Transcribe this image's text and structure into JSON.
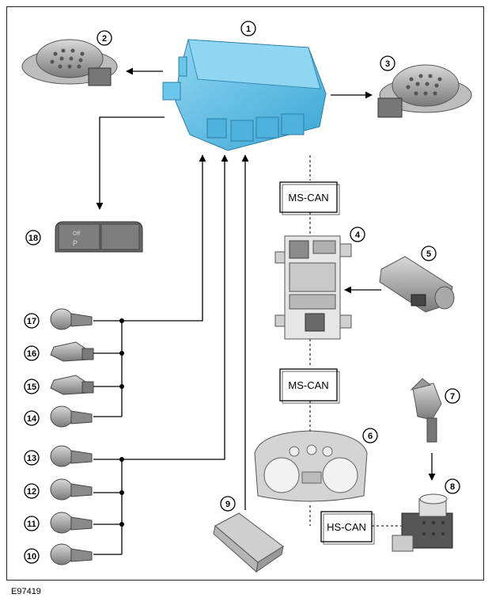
{
  "figure_id": "E97419",
  "callouts": [
    "1",
    "2",
    "3",
    "4",
    "5",
    "6",
    "7",
    "8",
    "9",
    "10",
    "11",
    "12",
    "13",
    "14",
    "15",
    "16",
    "17",
    "18"
  ],
  "bus_labels": {
    "ms_can_upper": "MS-CAN",
    "ms_can_lower": "MS-CAN",
    "hs_can": "HS-CAN"
  },
  "switch_labels": {
    "off": "Off"
  },
  "colors": {
    "module_blue": "#5bbde6",
    "line": "#000000",
    "component_grey": "#9a9a9a",
    "box_border": "#000000"
  }
}
